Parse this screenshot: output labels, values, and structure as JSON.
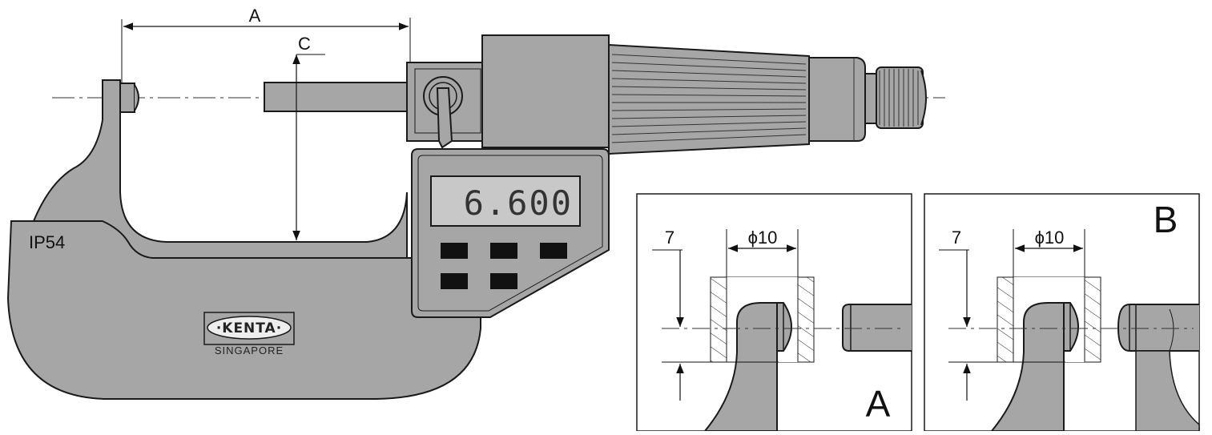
{
  "diagram": {
    "dimension_labels": {
      "a": "A",
      "c": "C"
    },
    "micrometer": {
      "rating_label": "IP54",
      "brand_name": "·KENTA·",
      "brand_origin": "SINGAPORE",
      "display_reading": "6.600",
      "button_count": 5
    },
    "detail_a": {
      "panel_label": "A",
      "height_dimension": "7",
      "diameter_dimension": "ϕ10"
    },
    "detail_b": {
      "panel_label": "B",
      "height_dimension": "7",
      "diameter_dimension": "ϕ10"
    },
    "colors": {
      "body_gray": "#a6a6a6",
      "line": "#1a1a1a",
      "lcd_bg": "#c8c8c8",
      "button": "#111111"
    }
  }
}
